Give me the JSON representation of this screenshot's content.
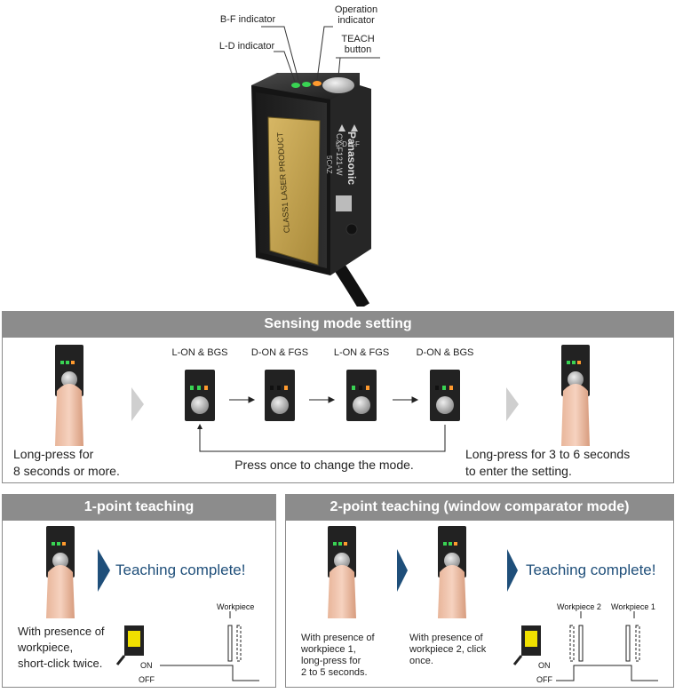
{
  "callouts": {
    "bf_indicator": "B-F indicator",
    "operation_indicator": "Operation\nindicator",
    "ld_indicator": "L-D indicator",
    "teach_button": "TEACH\nbutton"
  },
  "sensor_label": {
    "brand": "Panasonic",
    "model": "CX-F121-W",
    "code": "5CAZ",
    "led_ld": "L-D",
    "led_bf": "B-F",
    "laser_sticker": "CLASS1 LASER PRODUCT"
  },
  "sensing_mode": {
    "title": "Sensing mode setting",
    "modes": [
      "L-ON & BGS",
      "D-ON & FGS",
      "L-ON & FGS",
      "D-ON & BGS"
    ],
    "cycle_caption": "Press once to change the mode.",
    "left_caption": "Long-press for\n8 seconds or more.",
    "right_caption": "Long-press for 3 to 6 seconds\nto enter the setting."
  },
  "one_point": {
    "title": "1-point teaching",
    "complete": "Teaching complete!",
    "caption": "With presence of\nworkpiece,\nshort-click twice.",
    "workpiece": "Workpiece",
    "on": "ON",
    "off": "OFF"
  },
  "two_point": {
    "title": "2-point teaching (window comparator mode)",
    "complete": "Teaching complete!",
    "caption1": "With presence of\nworkpiece 1,\nlong-press for\n2 to 5 seconds.",
    "caption2": "With presence of\nworkpiece 2, click\nonce.",
    "workpiece2": "Workpiece 2",
    "workpiece1": "Workpiece 1",
    "on": "ON",
    "off": "OFF"
  },
  "colors": {
    "header_gray": "#8c8c8c",
    "arrow_navy": "#1f4f7a",
    "led_green": "#39d353",
    "led_orange": "#ff9a2e"
  }
}
